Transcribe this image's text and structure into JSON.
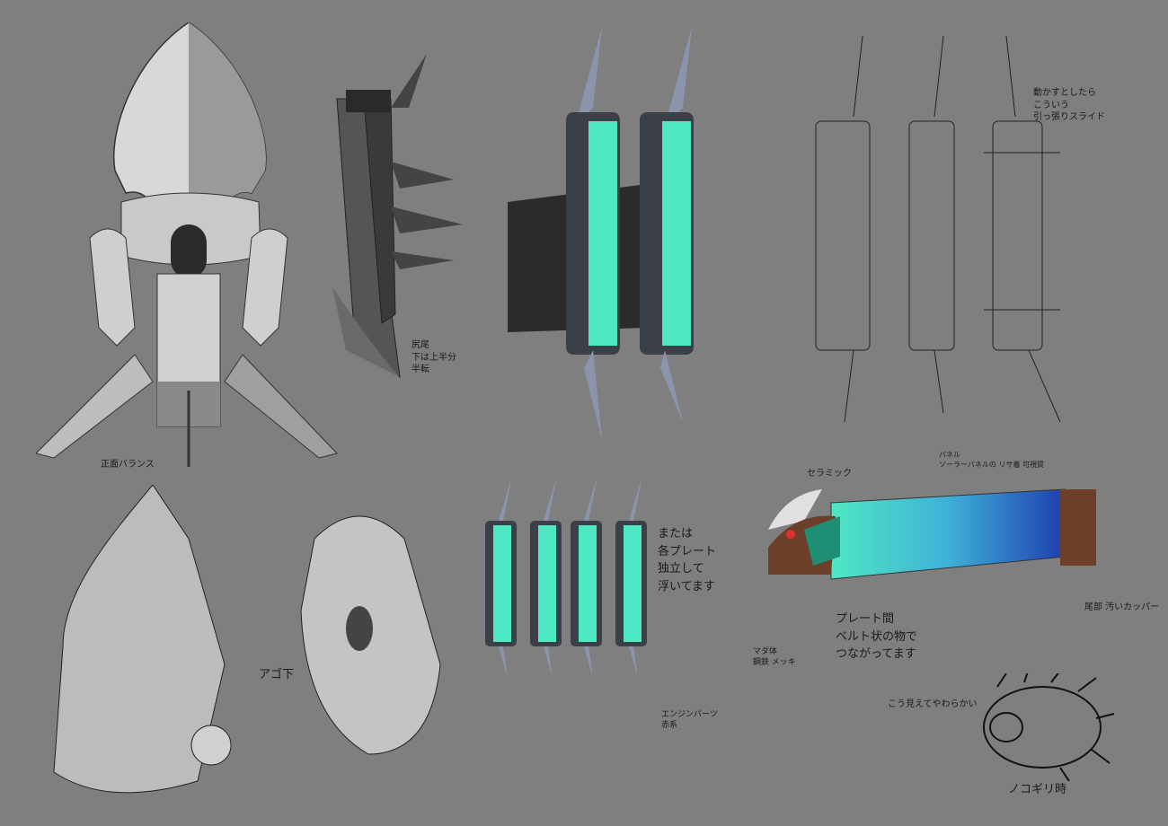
{
  "sheet": {
    "background": "#7f7f7f",
    "accent_cyan": "#4fe8c4",
    "accent_blue": "#1f3fb0",
    "frame_gray": "#3b4048"
  },
  "annotations": {
    "front_balance": "正面バランス",
    "tail": "尻尾\n下は上半分\n半転",
    "slide_note": "動かすとしたら\nこういう\n引っ張りスライド",
    "independent_plates": "または\n各プレート\n独立して\n浮いてます",
    "ceramic": "セラミック",
    "plates_material": "パネル\nソーラーパネルの リサ着 可視質",
    "plate_between": "プレート間\nベルト状の物で\nつながってます",
    "tail_cover": "尾部 汚いカッパー",
    "body_plating": "マダ体\n鋼鉄 メッキ",
    "engine_parts": "エンジンパーツ\n赤系",
    "soft_look": "こう見えてやわらかい",
    "saw_mode": "ノコギリ時",
    "jaw_bottom": "アゴ下"
  }
}
